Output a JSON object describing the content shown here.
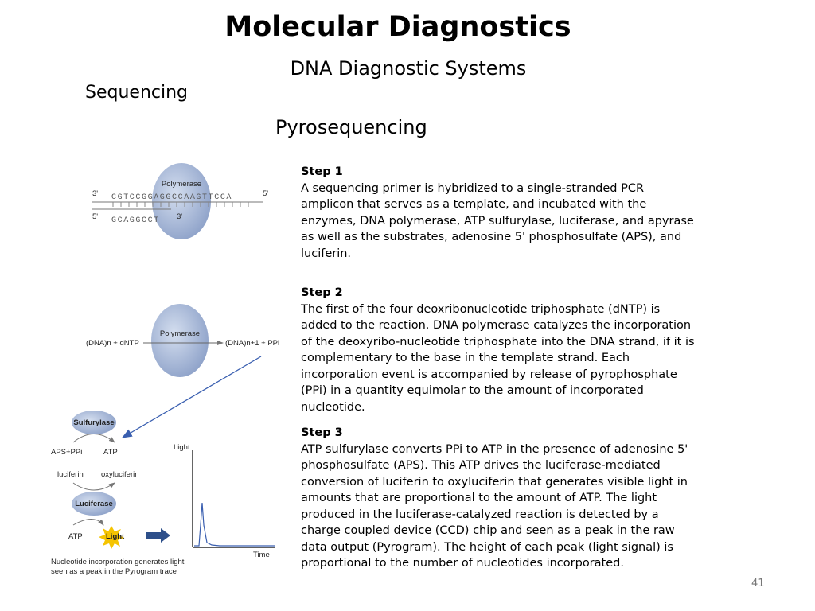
{
  "slide": {
    "title": "Molecular Diagnostics",
    "subtitle": "DNA Diagnostic Systems",
    "section": "Sequencing",
    "method": "Pyrosequencing",
    "page_number": "41"
  },
  "steps": [
    {
      "heading": "Step 1",
      "text": "A sequencing primer is hybridized to a single-stranded PCR amplicon that serves as a template, and incubated with the enzymes, DNA polymerase, ATP sulfurylase, luciferase, and apyrase as well as the substrates, adenosine 5' phosphosulfate (APS), and luciferin."
    },
    {
      "heading": "Step 2",
      "text": "The first of the four deoxribonucleotide triphosphate (dNTP) is added to the reaction. DNA polymerase catalyzes the incorporation of the deoxyribo-nucleotide triphosphate into the DNA strand, if it is complementary to the base in the template strand. Each incorporation event is accompanied by release of pyrophosphate (PPi) in a quantity equimolar to the amount of incorporated nucleotide."
    },
    {
      "heading": "Step 3",
      "text": "ATP sulfurylase converts PPi to ATP in the presence of adenosine 5' phosphosulfate (APS). This ATP drives the luciferase-mediated conversion of luciferin to oxyluciferin that generates visible light in amounts that are proportional to the amount of ATP. The light produced in the luciferase-catalyzed reaction is detected by a charge coupled device (CCD) chip and seen as a peak in the raw data output (Pyrogram). The height of each peak (light signal) is proportional to the number of nucleotides incorporated."
    }
  ],
  "figures": {
    "fig1": {
      "enzyme": "Polymerase",
      "template_3prime": "3'",
      "template_seq": "CGTCCGGAGGCCAAGTTCCA",
      "template_5prime": "5'",
      "primer_5prime": "5'",
      "primer_seq": "GCAGGCCT",
      "primer_3prime": "3'"
    },
    "fig2": {
      "enzyme": "Polymerase",
      "left": "(DNA)n + dNTP",
      "right": "(DNA)n+1 + PPi"
    },
    "fig3": {
      "sulfurylase": "Sulfurylase",
      "aps_ppi": "APS+PPi",
      "atp_top": "ATP",
      "luciferin": "luciferin",
      "oxyluciferin": "oxyluciferin",
      "luciferase": "Luciferase",
      "atp_bottom": "ATP",
      "light": "Light",
      "caption_line1": "Nucleotide incorporation generates light",
      "caption_line2": "seen as a peak in the Pyrogram trace",
      "graph_ylabel": "Light",
      "graph_xlabel": "Time"
    }
  },
  "colors": {
    "enzyme_fill": "#a9b9d9",
    "arrow_blue": "#3a5fb0",
    "dark_arrow": "#2d4f8a",
    "light_star": "#f5c400"
  }
}
